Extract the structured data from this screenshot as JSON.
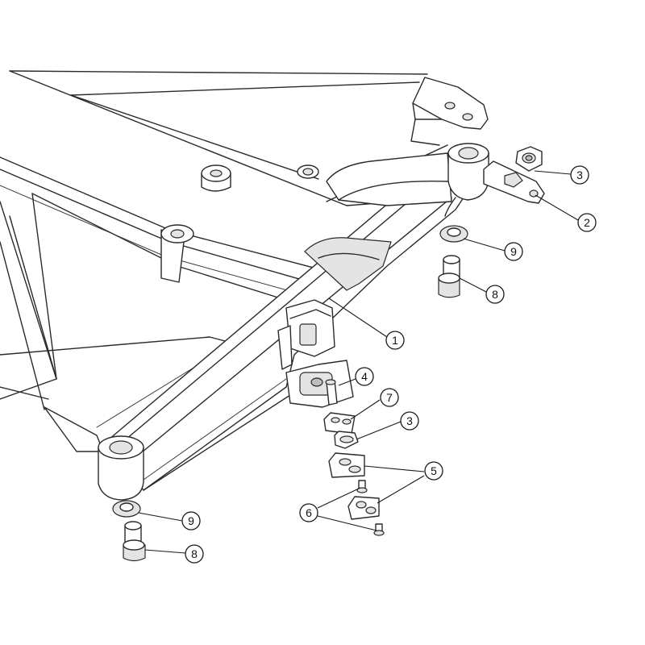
{
  "diagram": {
    "callouts": [
      {
        "id": "c1",
        "label": "1"
      },
      {
        "id": "c2",
        "label": "2"
      },
      {
        "id": "c3a",
        "label": "3"
      },
      {
        "id": "c3b",
        "label": "3"
      },
      {
        "id": "c4",
        "label": "4"
      },
      {
        "id": "c5",
        "label": "5"
      },
      {
        "id": "c6",
        "label": "6"
      },
      {
        "id": "c7",
        "label": "7"
      },
      {
        "id": "c8a",
        "label": "8"
      },
      {
        "id": "c8b",
        "label": "8"
      },
      {
        "id": "c9a",
        "label": "9"
      },
      {
        "id": "c9b",
        "label": "9"
      }
    ]
  }
}
